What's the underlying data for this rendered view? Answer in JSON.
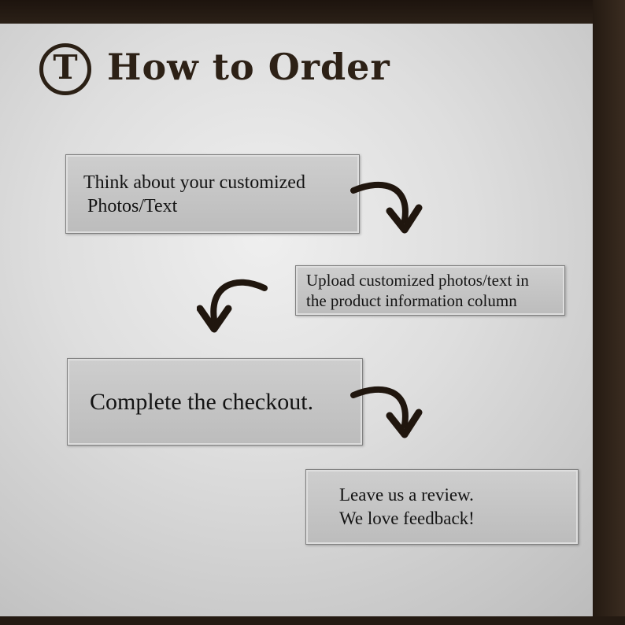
{
  "header": {
    "logo_letter": "T",
    "title": "How to Order"
  },
  "steps": [
    {
      "id": 1,
      "lines": [
        "Think about your customized",
        "Photos/Text"
      ]
    },
    {
      "id": 2,
      "lines": [
        "Upload customized photos/text in",
        "the product information column"
      ]
    },
    {
      "id": 3,
      "lines": [
        "Complete the checkout."
      ]
    },
    {
      "id": 4,
      "lines": [
        "Leave us a review.",
        "We love feedback!"
      ]
    }
  ],
  "colors": {
    "frame_brown": "#2b2017",
    "accent_dark": "#20160e",
    "box_background": "#c6c6c6",
    "box_border": "#808080",
    "page_background": "#d9d9d9"
  }
}
